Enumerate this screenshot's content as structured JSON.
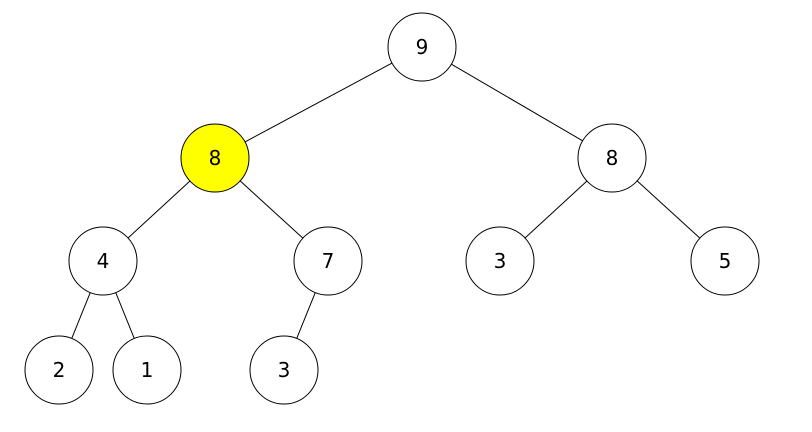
{
  "diagram": {
    "type": "binary-tree",
    "colors": {
      "default_fill": "#ffffff",
      "highlight_fill": "#ffff00",
      "stroke": "#000000"
    },
    "nodes": [
      {
        "id": "n1",
        "value": "9",
        "highlighted": false
      },
      {
        "id": "n2",
        "value": "8",
        "highlighted": true
      },
      {
        "id": "n3",
        "value": "8",
        "highlighted": false
      },
      {
        "id": "n4",
        "value": "4",
        "highlighted": false
      },
      {
        "id": "n5",
        "value": "7",
        "highlighted": false
      },
      {
        "id": "n6",
        "value": "3",
        "highlighted": false
      },
      {
        "id": "n7",
        "value": "5",
        "highlighted": false
      },
      {
        "id": "n8",
        "value": "2",
        "highlighted": false
      },
      {
        "id": "n9",
        "value": "1",
        "highlighted": false
      },
      {
        "id": "n10",
        "value": "3",
        "highlighted": false
      }
    ],
    "edges": [
      [
        "n1",
        "n2"
      ],
      [
        "n1",
        "n3"
      ],
      [
        "n2",
        "n4"
      ],
      [
        "n2",
        "n5"
      ],
      [
        "n3",
        "n6"
      ],
      [
        "n3",
        "n7"
      ],
      [
        "n4",
        "n8"
      ],
      [
        "n4",
        "n9"
      ],
      [
        "n5",
        "n10"
      ]
    ]
  }
}
